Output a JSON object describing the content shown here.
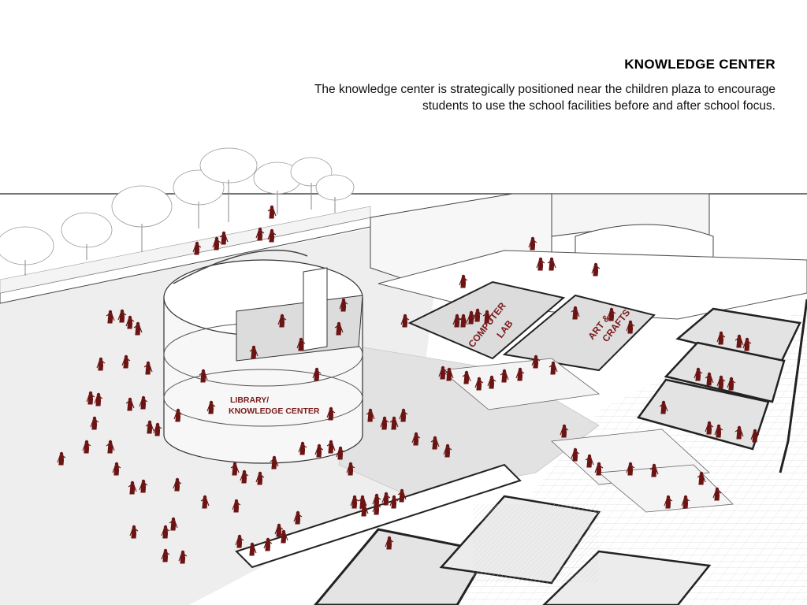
{
  "header": {
    "title": "KNOWLEDGE  CENTER",
    "description": "The  knowledge center is strategically positioned near the children plaza to encourage students to use the school facilities before and after school focus."
  },
  "labels": {
    "library_line1": "LIBRARY/",
    "library_line2": "KNOWLEDGE CENTER",
    "computer_line1": "COMPUTER",
    "computer_line2": "LAB",
    "art_line1": "ART &",
    "art_line2": "CRAFTS"
  },
  "colors": {
    "figure": "#6b1414",
    "label": "#7a1a1a",
    "ground": "#ededed",
    "line": "#333333"
  }
}
